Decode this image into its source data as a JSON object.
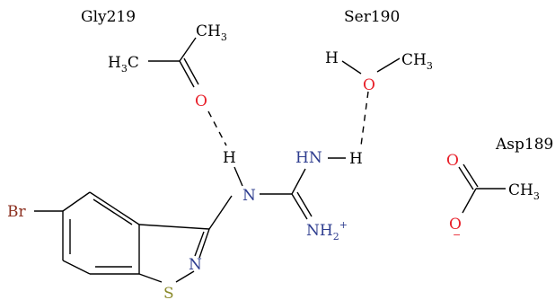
{
  "residues": {
    "gly": "Gly219",
    "ser": "Ser190",
    "asp": "Asp189"
  },
  "atoms": {
    "gly_methyl_c": "CH",
    "gly_methyl_sub": "3",
    "gly_h3c_h": "H",
    "gly_h3c_sub": "3",
    "gly_h3c_c": "C",
    "gly_o": "O",
    "ser_h": "H",
    "ser_o": "O",
    "ser_methyl_c": "CH",
    "ser_methyl_sub": "3",
    "asp_o_top": "O",
    "asp_o_bottom": "O",
    "asp_charge": "−",
    "asp_methyl_c": "CH",
    "asp_methyl_sub": "3",
    "ligand_h_to_gly": "H",
    "ligand_n": "N",
    "hn": "HN",
    "hn_h": "H",
    "nh2_base": "NH",
    "nh2_sub": "2",
    "nh2_charge": "+",
    "br": "Br",
    "ring_n": "N",
    "ring_s": "S"
  },
  "colors": {
    "bond": "#000000",
    "oxygen": "#e8202a",
    "nitrogen": "#2e3d8f",
    "sulfur": "#8a8a2a",
    "bromine": "#8b2e1e",
    "text": "#000000"
  }
}
